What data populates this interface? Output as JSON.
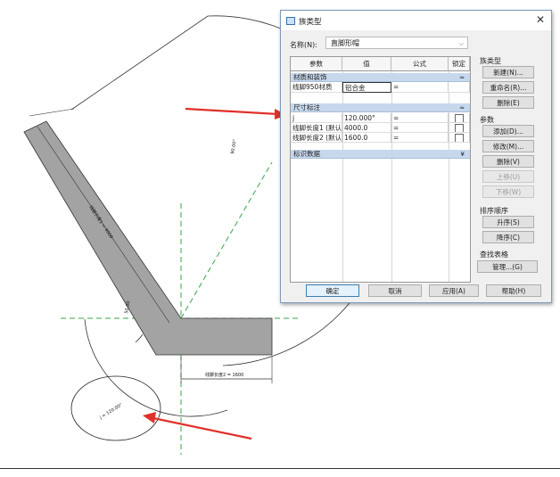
{
  "dialog": {
    "title": "族类型",
    "close": "✕",
    "name_label": "名称(N):",
    "name_value": "直脚形帽",
    "table": {
      "headers": [
        "参数",
        "值",
        "公式",
        "锁定"
      ],
      "groups": [
        {
          "label": "材质和装饰",
          "toggle": "≈",
          "rows": [
            {
              "param": "线脚950材质",
              "value": "铝合金",
              "formula": "=",
              "lock": false
            }
          ]
        },
        {
          "label": "尺寸标注",
          "toggle": "≈",
          "rows": [
            {
              "param": "j",
              "value": "120.000°",
              "formula": "=",
              "lock": true
            },
            {
              "param": "线脚长度1 (默认)",
              "value": "4000.0",
              "formula": "=",
              "lock": true
            },
            {
              "param": "线脚长度2 (默认)",
              "value": "1600.0",
              "formula": "=",
              "lock": true
            }
          ]
        },
        {
          "label": "标识数据",
          "toggle": "¥",
          "rows": []
        }
      ]
    },
    "family_types": {
      "title": "族类型",
      "new": "新建(N)...",
      "rename": "重命名(R)...",
      "delete": "删除(E)"
    },
    "params": {
      "title": "参数",
      "add": "添加(D)...",
      "modify": "修改(M)...",
      "delete": "删除(V)",
      "up": "上移(U)",
      "down": "下移(W)"
    },
    "sort": {
      "title": "排序顺序",
      "asc": "升序(S)",
      "desc": "降序(C)"
    },
    "lookup": {
      "title": "查找表格",
      "manage": "管理...(G)"
    },
    "footer": {
      "ok": "确定",
      "cancel": "取消",
      "apply": "应用(A)",
      "help": "帮助(H)"
    }
  },
  "drawing": {
    "dim_angle_label": "j = 120.00°",
    "dim_length1_label": "线脚长度1 = 4000",
    "dim_length2_label": "线脚长度2 = 1600",
    "dim_arc_label": "90.00°",
    "dim_small_label": "50.00",
    "colors": {
      "profile_fill": "#a3a3a3",
      "reference_line": "#3aa34a",
      "arrow": "#e0302a"
    }
  }
}
